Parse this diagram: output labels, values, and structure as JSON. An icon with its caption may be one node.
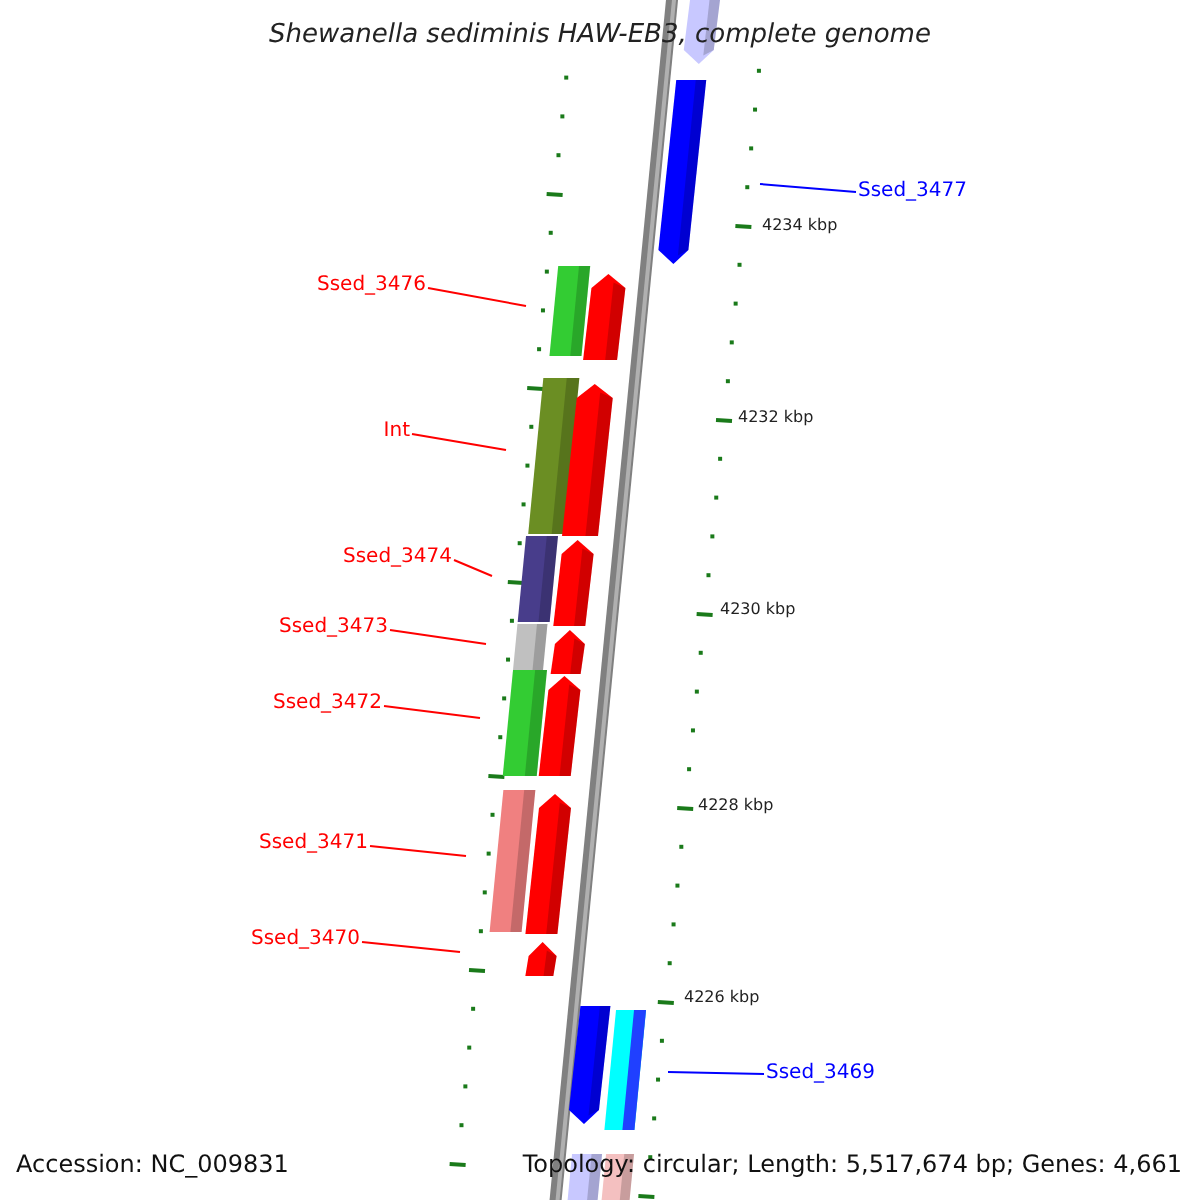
{
  "diagram": {
    "title": "Shewanella sediminis HAW-EB3, complete genome",
    "nodes": [
      {
        "text": [
          "Ssed_3477"
        ]
      },
      {
        "text": [
          "Ssed_3476"
        ]
      },
      {
        "text": [
          "Int"
        ]
      },
      {
        "text": [
          "Ssed_3474"
        ]
      },
      {
        "text": [
          "Ssed_3473"
        ]
      },
      {
        "text": [
          "Ssed_3472"
        ]
      },
      {
        "text": [
          "Ssed_3471"
        ]
      },
      {
        "text": [
          "Ssed_3470"
        ]
      },
      {
        "text": [
          "Ssed_3469"
        ]
      }
    ],
    "edges": [
      {
        "from": 0,
        "to": null,
        "arrow": "none",
        "color": "#0000ff"
      },
      {
        "from": 1,
        "to": null,
        "arrow": "none"
      },
      {
        "from": 2,
        "to": null,
        "arrow": "none"
      },
      {
        "from": 3,
        "to": null,
        "arrow": "none"
      },
      {
        "from": 4,
        "to": null,
        "arrow": "none"
      },
      {
        "from": 5,
        "to": null,
        "arrow": "none"
      },
      {
        "from": 6,
        "to": null,
        "arrow": "none"
      },
      {
        "from": 7,
        "to": null,
        "arrow": "none"
      },
      {
        "from": 8,
        "to": null,
        "arrow": "none",
        "color": "#0000ff"
      }
    ],
    "labels": [
      "4234 kbp",
      "4232 kbp",
      "4230 kbp",
      "4228 kbp",
      "4226 kbp",
      "Accession: NC_009831",
      "Topology: circular; Length: 5,517,674 bp; Genes: 4,661"
    ]
  }
}
